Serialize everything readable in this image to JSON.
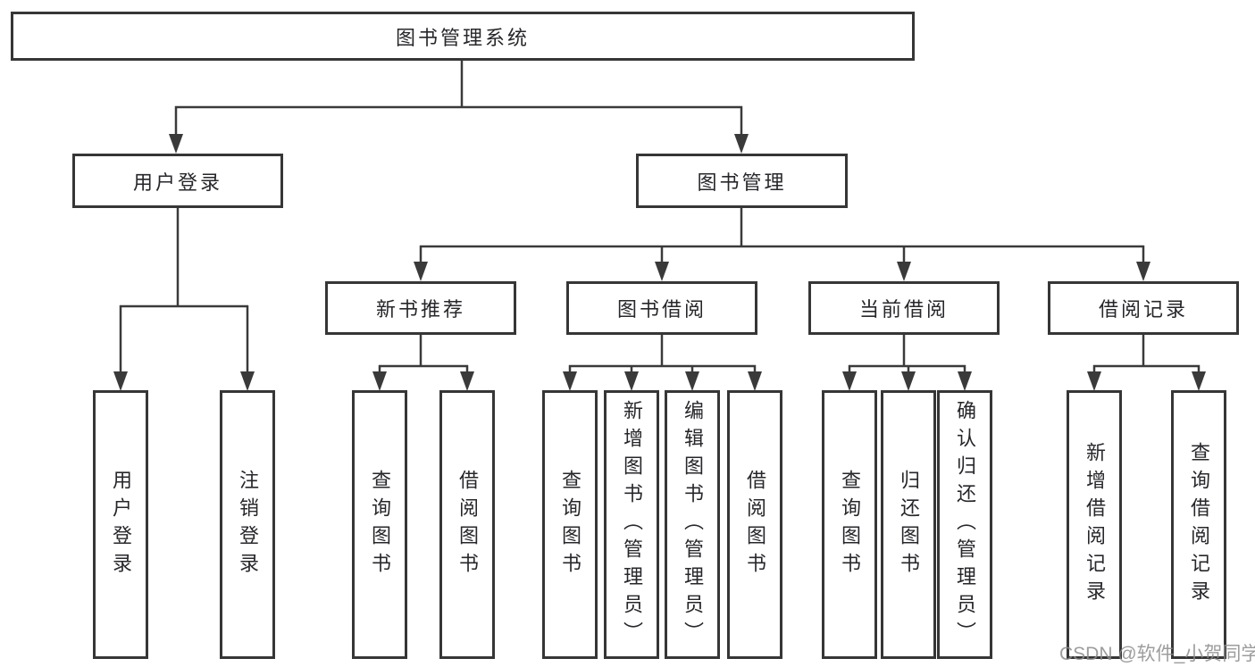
{
  "tree": {
    "root": {
      "label": "图书管理系统"
    },
    "branches": [
      {
        "label": "用户登录",
        "leaves": [
          "用户登录",
          "注销登录"
        ]
      },
      {
        "label": "图书管理",
        "groups": [
          {
            "label": "新书推荐",
            "leaves": [
              "查询图书",
              "借阅图书"
            ]
          },
          {
            "label": "图书借阅",
            "leaves": [
              "查询图书",
              "新增图书（管理员）",
              "编辑图书（管理员）",
              "借阅图书"
            ]
          },
          {
            "label": "当前借阅",
            "leaves": [
              "查询图书",
              "归还图书",
              "确认归还（管理员）"
            ]
          },
          {
            "label": "借阅记录",
            "leaves": [
              "新增借阅记录",
              "查询借阅记录"
            ]
          }
        ]
      }
    ]
  },
  "watermark": {
    "text": "CSDN @软件_小贺同学"
  },
  "colors": {
    "line": "#3a3a3a",
    "box_border": "#363636",
    "text": "#27272b",
    "background": "#ffffff",
    "watermark": "#8c8c8c"
  }
}
